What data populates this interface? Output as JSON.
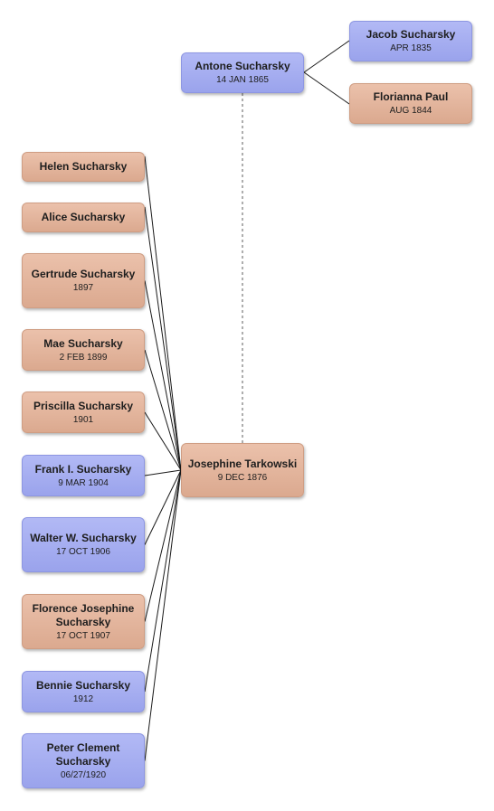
{
  "grandparents": {
    "father": {
      "name": "Jacob Sucharsky",
      "date": "APR 1835",
      "sex": "male"
    },
    "mother": {
      "name": "Florianna Paul",
      "date": "AUG 1844",
      "sex": "female"
    }
  },
  "father": {
    "name": "Antone Sucharsky",
    "date": "14 JAN 1865",
    "sex": "male"
  },
  "mother": {
    "name": "Josephine Tarkowski",
    "date": "9 DEC 1876",
    "sex": "female"
  },
  "children": [
    {
      "name": "Helen Sucharsky",
      "date": "",
      "sex": "female"
    },
    {
      "name": "Alice Sucharsky",
      "date": "",
      "sex": "female"
    },
    {
      "name": "Gertrude Sucharsky",
      "date": "1897",
      "sex": "female"
    },
    {
      "name": "Mae Sucharsky",
      "date": "2 FEB 1899",
      "sex": "female"
    },
    {
      "name": "Priscilla Sucharsky",
      "date": "1901",
      "sex": "female"
    },
    {
      "name": "Frank I. Sucharsky",
      "date": "9 MAR 1904",
      "sex": "male"
    },
    {
      "name": "Walter W. Sucharsky",
      "date": "17 OCT 1906",
      "sex": "male"
    },
    {
      "name": "Florence Josephine Sucharsky",
      "date": "17 OCT 1907",
      "sex": "female"
    },
    {
      "name": "Bennie Sucharsky",
      "date": "1912",
      "sex": "male"
    },
    {
      "name": "Peter Clement Sucharsky",
      "date": "06/27/1920",
      "sex": "male"
    }
  ]
}
